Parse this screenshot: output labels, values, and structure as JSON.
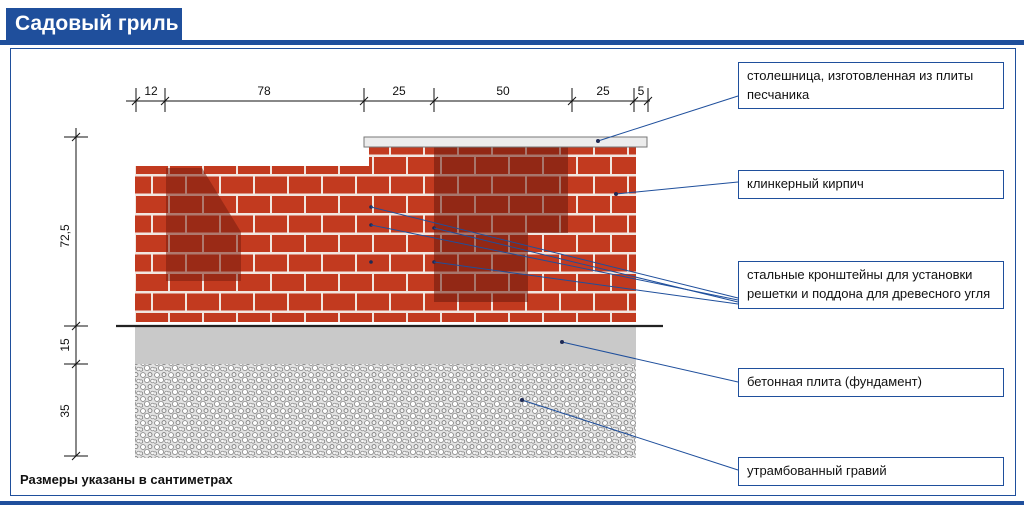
{
  "header": {
    "title": "Садовый гриль"
  },
  "note": "Размеры указаны в сантиметрах",
  "dimensions": {
    "horizontal": [
      "12",
      "78",
      "25",
      "50",
      "25",
      "5"
    ],
    "vertical": [
      "72,5",
      "15",
      "35"
    ]
  },
  "labels": [
    "столешница, изготовленная из плиты песчаника",
    "клинкерный кирпич",
    "стальные кронштейны для установки решетки и поддона для древесного угля",
    "бетонная плита (фундамент)",
    "утрамбованный гравий"
  ],
  "colors": {
    "brand": "#1f4f9c",
    "brick": "#c23a1f",
    "brick_dark": "#7a1e0f",
    "mortar": "#f1e6e0",
    "concrete": "#c9c9c9",
    "gravel": "#dcdcdc",
    "slab": "#ececec"
  }
}
